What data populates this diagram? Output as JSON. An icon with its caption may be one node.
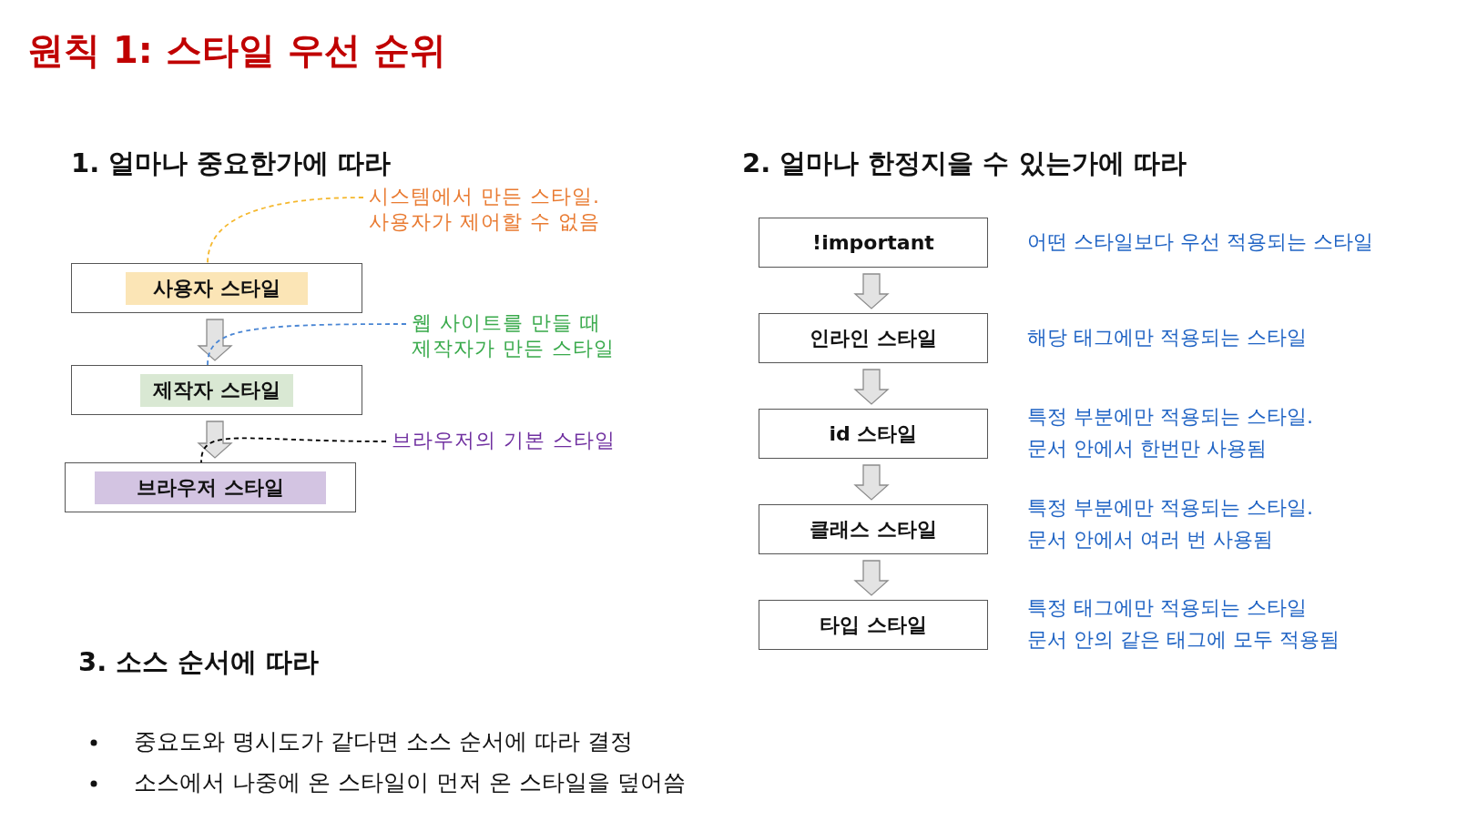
{
  "diagram": {
    "title": "원칙 1: 스타일 우선 순위",
    "nodes": [
      {
        "text": [
          "시스템에서 만든 스타일. 사용자가 제어할 수 없음"
        ]
      },
      {
        "text": [
          "사용자 스타일"
        ]
      },
      {
        "text": [
          "웹 사이트를 만들 때 제작자가 만든 스타일"
        ]
      },
      {
        "text": [
          "제작자 스타일"
        ]
      },
      {
        "text": [
          "브라우저의 기본 스타일"
        ]
      },
      {
        "text": [
          "브라우저 스타일"
        ]
      },
      {
        "text": [
          "!important"
        ],
        "beside": [
          "어떤 스타일보다 우선 적용되는 스타일"
        ]
      },
      {
        "text": [
          "인라인 스타일"
        ],
        "beside": [
          "해당 태그에만 적용되는 스타일"
        ]
      },
      {
        "text": [
          "id 스타일"
        ],
        "beside": [
          "특정 부분에만 적용되는 스타일.",
          "문서 안에서 한번만 사용됨"
        ]
      },
      {
        "text": [
          "클래스 스타일"
        ],
        "beside": [
          "특정 부분에만 적용되는 스타일.",
          "문서 안에서 여러 번 사용됨"
        ]
      },
      {
        "text": [
          "타입 스타일"
        ],
        "beside": [
          "특정 태그에만 적용되는 스타일",
          "문서 안의 같은 태그에 모두 적용됨"
        ]
      }
    ],
    "edges": [
      {
        "from": 0,
        "to": 1,
        "arrow": "none",
        "style": "dashed",
        "color": "#f5b82e"
      },
      {
        "from": 1,
        "to": 3,
        "arrow": "to"
      },
      {
        "from": 2,
        "to": 3,
        "arrow": "none",
        "style": "dashed",
        "color": "#4a86d4"
      },
      {
        "from": 3,
        "to": 5,
        "arrow": "to"
      },
      {
        "from": 4,
        "to": 5,
        "arrow": "none",
        "style": "dashed",
        "color": "#000000"
      },
      {
        "from": 6,
        "to": 7,
        "arrow": "to"
      },
      {
        "from": 7,
        "to": 8,
        "arrow": "to"
      },
      {
        "from": 8,
        "to": 9,
        "arrow": "to"
      },
      {
        "from": 9,
        "to": 10,
        "arrow": "to"
      }
    ],
    "labels": [
      "1. 얼마나 중요한가에 따라",
      "2. 얼마나 한정지을 수 있는가에 따라",
      "3. 소스 순서에 따라",
      "중요도와 명시도가 같다면 소스 순서에 따라 결정",
      "소스에서 나중에 온 스타일이 먼저 온 스타일을 덮어씀"
    ]
  }
}
